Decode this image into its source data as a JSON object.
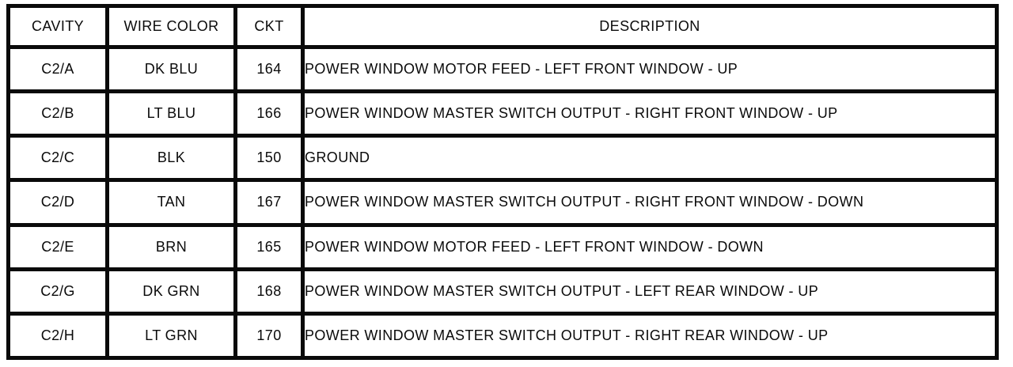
{
  "document": {
    "kind": "connector-pinout-table-scan"
  },
  "colors": {
    "border": "#0a0a0a",
    "background": "#ffffff",
    "text": "#0a0a0a"
  },
  "table": {
    "columns": {
      "cavity": "CAVITY",
      "wire_color": "WIRE COLOR",
      "ckt": "CKT",
      "description": "DESCRIPTION"
    },
    "rows": [
      {
        "cavity": "C2/A",
        "wire_color": "DK BLU",
        "ckt": "164",
        "description": "POWER WINDOW MOTOR FEED - LEFT FRONT WINDOW - UP"
      },
      {
        "cavity": "C2/B",
        "wire_color": "LT BLU",
        "ckt": "166",
        "description": "POWER WINDOW MASTER SWITCH OUTPUT - RIGHT FRONT WINDOW - UP"
      },
      {
        "cavity": "C2/C",
        "wire_color": "BLK",
        "ckt": "150",
        "description": "GROUND"
      },
      {
        "cavity": "C2/D",
        "wire_color": "TAN",
        "ckt": "167",
        "description": "POWER WINDOW MASTER SWITCH OUTPUT - RIGHT FRONT WINDOW - DOWN"
      },
      {
        "cavity": "C2/E",
        "wire_color": "BRN",
        "ckt": "165",
        "description": "POWER WINDOW MOTOR FEED - LEFT FRONT WINDOW - DOWN"
      },
      {
        "cavity": "C2/G",
        "wire_color": "DK GRN",
        "ckt": "168",
        "description": "POWER WINDOW MASTER SWITCH OUTPUT - LEFT REAR WINDOW - UP"
      },
      {
        "cavity": "C2/H",
        "wire_color": "LT GRN",
        "ckt": "170",
        "description": "POWER WINDOW MASTER SWITCH OUTPUT - RIGHT REAR WINDOW - UP"
      }
    ]
  }
}
